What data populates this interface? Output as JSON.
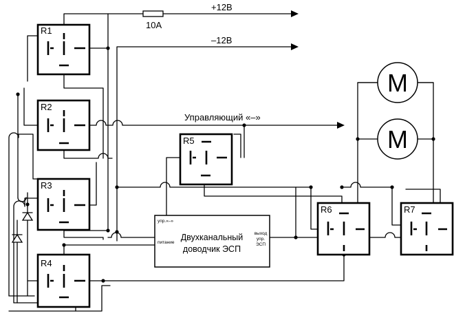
{
  "supply": {
    "plus": "+12В",
    "minus": "–12В",
    "fuse": "10А"
  },
  "control_label": "Управляющий «–»",
  "relays": [
    "R1",
    "R2",
    "R3",
    "R4",
    "R5",
    "R6",
    "R7"
  ],
  "motors": [
    "M",
    "M"
  ],
  "module": {
    "title_line1": "Двухканальный",
    "title_line2": "доводчик ЭСП",
    "in_control": "упр.«–»",
    "in_power": "питание",
    "out_label": [
      "выход",
      "упр.",
      "ЭСП"
    ]
  }
}
